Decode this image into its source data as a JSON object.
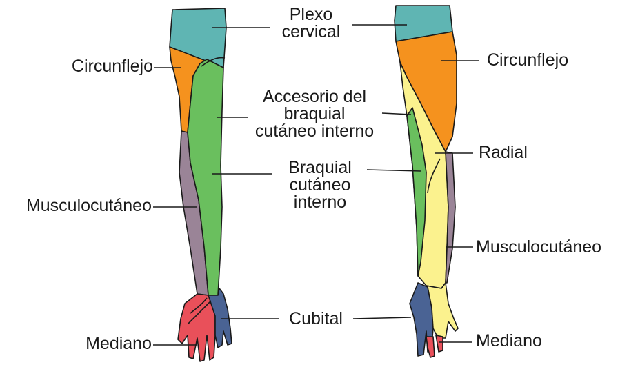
{
  "colors": {
    "plexo_cervical": "#5fb5b3",
    "circunflejo": "#f5921e",
    "accesorio_braquial_cutaneo_interno": "#6abf5e",
    "braquial_cutaneo_interno": "#6abf5e",
    "musculocutaneo": "#9a8497",
    "radial": "#fbf28e",
    "cubital": "#4a6394",
    "mediano": "#e9505a"
  },
  "labels": {
    "plexo_cervical": "Plexo\ncervical",
    "circunflejo_left": "Circunflejo",
    "circunflejo_right": "Circunflejo",
    "accesorio": "Accesorio del\nbraquial\ncutáneo interno",
    "radial": "Radial",
    "braquial": "Braquial\ncutáneo\ninterno",
    "musculocutaneo_left": "Musculocutáneo",
    "musculocutaneo_right": "Musculocutáneo",
    "cubital": "Cubital",
    "mediano_left": "Mediano",
    "mediano_right": "Mediano"
  }
}
